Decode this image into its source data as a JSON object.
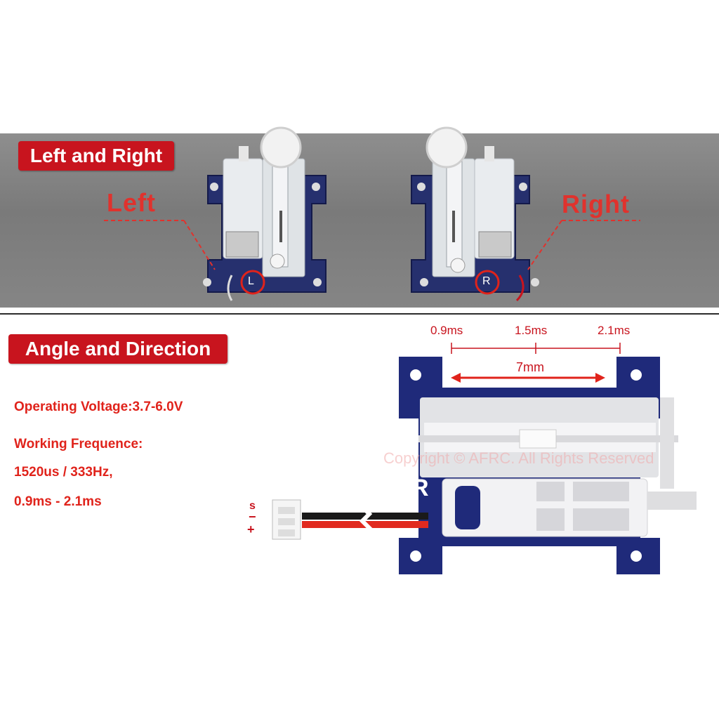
{
  "banner": {
    "section_label": "Left and Right",
    "left_callout": "Left",
    "right_callout": "Right",
    "left_marker": "L",
    "right_marker": "R"
  },
  "angle_section": {
    "section_label": "Angle and Direction",
    "specs": [
      "Operating Voltage:3.7-6.0V",
      "Working Frequence:",
      "1520us / 333Hz,",
      "0.9ms - 2.1ms"
    ]
  },
  "diagram": {
    "tick_labels": [
      "0.9ms",
      "1.5ms",
      "2.1ms"
    ],
    "travel_label": "7mm",
    "board_marker": "R",
    "wire_labels": [
      "s",
      "−",
      "+"
    ],
    "watermark": "Copyright © AFRC. All Rights Reserved"
  },
  "colors": {
    "accent_red": "#c8141e",
    "pcb_blue": "#1f2a7a",
    "banner_gray": "#828282",
    "servo_white": "#e8e8ea"
  }
}
